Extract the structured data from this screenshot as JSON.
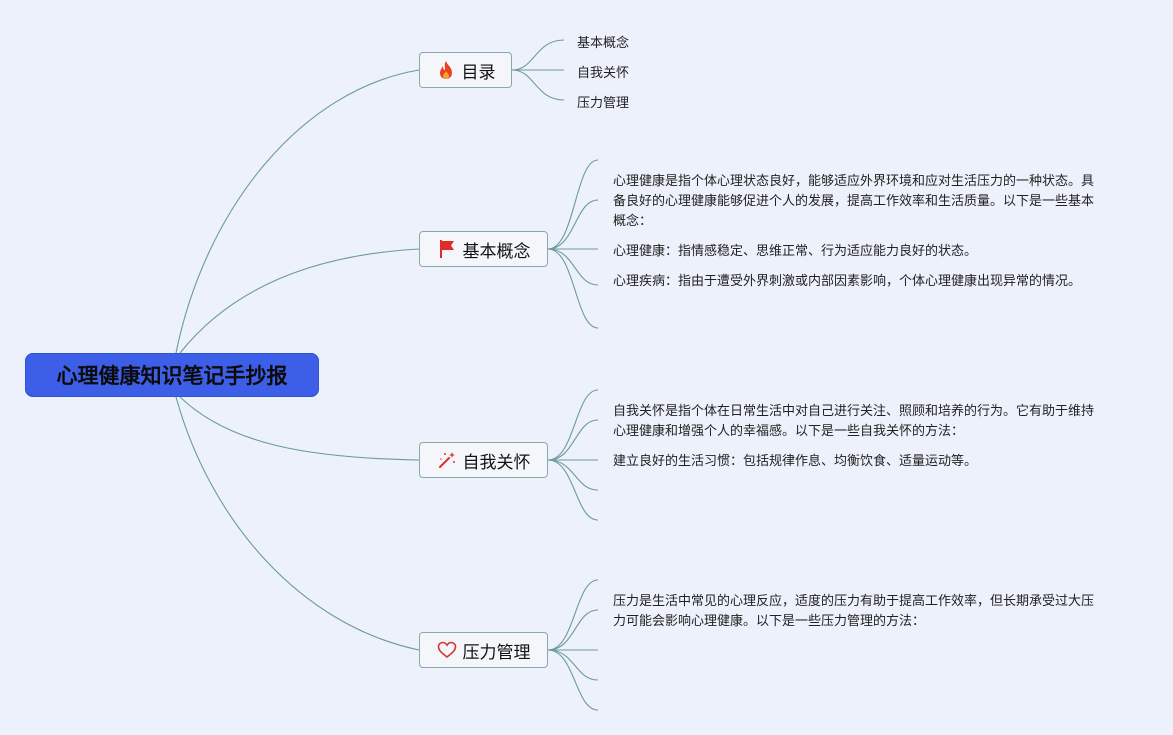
{
  "root": {
    "title": "心理健康知识笔记手抄报"
  },
  "branches": [
    {
      "label": "目录",
      "icon": "fire-icon",
      "icon_color": "#e8431f"
    },
    {
      "label": "基本概念",
      "icon": "flag-icon",
      "icon_color": "#e02b2b"
    },
    {
      "label": "自我关怀",
      "icon": "magic-wand-icon",
      "icon_color": "#d9342c"
    },
    {
      "label": "压力管理",
      "icon": "heart-outline-icon",
      "icon_color": "#d9342c"
    }
  ],
  "toc": [
    "基本概念",
    "自我关怀",
    "压力管理"
  ],
  "concepts": {
    "intro": "心理健康是指个体心理状态良好，能够适应外界环境和应对生活压力的一种状态。具备良好的心理健康能够促进个人的发展，提高工作效率和生活质量。以下是一些基本概念：",
    "items": [
      "心理健康：指情感稳定、思维正常、行为适应能力良好的状态。",
      "心理疾病：指由于遭受外界刺激或内部因素影响，个体心理健康出现异常的情况。"
    ]
  },
  "selfcare": {
    "intro": "自我关怀是指个体在日常生活中对自己进行关注、照顾和培养的行为。它有助于维持心理健康和增强个人的幸福感。以下是一些自我关怀的方法：",
    "items": [
      "建立良好的生活习惯：包括规律作息、均衡饮食、适量运动等。"
    ]
  },
  "stress": {
    "intro": "压力是生活中常见的心理反应，适度的压力有助于提高工作效率，但长期承受过大压力可能会影响心理健康。以下是一些压力管理的方法："
  },
  "colors": {
    "background": "#edf1fc",
    "root": "#3d5ee6",
    "connector": "#6a9b97",
    "branch_border": "#86aba7"
  }
}
